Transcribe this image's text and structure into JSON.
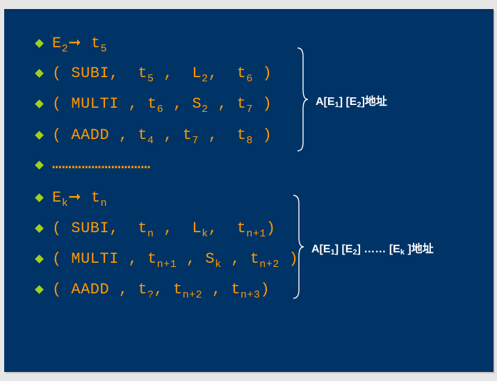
{
  "lines": {
    "l1": {
      "a": "E",
      "a_sub": "2",
      "arrow": "➞",
      "b": "t",
      "b_sub": "5"
    },
    "l2": {
      "p1": "( SUBI,  t",
      "s1": "5",
      "p2": " ,  L",
      "s2": "2",
      "p3": ",  t",
      "s3": "6",
      "p4": " )"
    },
    "l3": {
      "p1": "( MULTI , t",
      "s1": "6",
      "p2": " , S",
      "s2": "2",
      "p3": " , t",
      "s3": "7",
      "p4": " )"
    },
    "l4": {
      "p1": "( AADD , t",
      "s1": "4",
      "p2": " , t",
      "s2": "7",
      "p3": " ,  t",
      "s3": "8",
      "p4": " )"
    },
    "l5": {
      "dots": "…………………………"
    },
    "l6": {
      "a": "E",
      "a_sub": "k",
      "arrow": "➞",
      "b": "t",
      "b_sub": "n"
    },
    "l7": {
      "p1": "( SUBI,  t",
      "s1": "n",
      "p2": " ,  L",
      "s2": "k",
      "p3": ",  t",
      "s3": "n+1",
      "p4": ")"
    },
    "l8": {
      "p1": "( MULTI , t",
      "s1": "n+1",
      "p2": " , S",
      "s2": "k",
      "p3": " , t",
      "s3": "n+2",
      "p4": " )"
    },
    "l9": {
      "p1": "( AADD , t",
      "s1": "?",
      "p2": ", t",
      "s2": "n+2",
      "p3": " , t",
      "s3": "n+3",
      "p4": ")"
    }
  },
  "labels": {
    "top": {
      "p1": "A[E",
      "s1": "1",
      "p2": "] [E",
      "s2": "2",
      "p3": "]地址"
    },
    "bottom": {
      "p1": "A[E",
      "s1": "1",
      "p2": "] [E",
      "s2": "2",
      "p3": "] …… [E",
      "s3": "k",
      "p4": " ]地址"
    }
  },
  "colors": {
    "background": "#003366",
    "text": "#ff9a00",
    "bullet": "#a0d020",
    "label": "#ffffff"
  }
}
